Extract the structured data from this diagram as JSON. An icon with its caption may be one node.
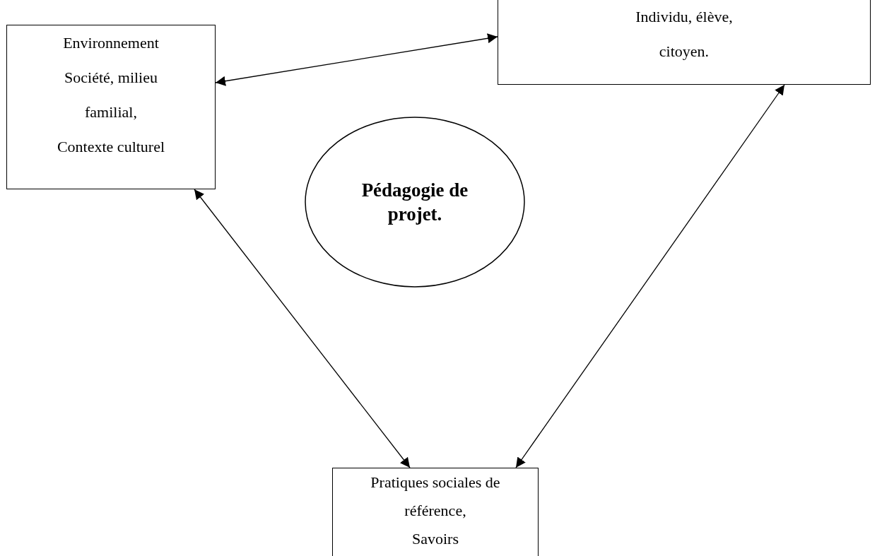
{
  "diagram": {
    "nodes": [
      {
        "text": [
          "Environnement",
          "Société, milieu familial,",
          "Contexte culturel"
        ]
      },
      {
        "text": [
          "Individu, élève, citoyen."
        ]
      },
      {
        "text": [
          "Pédagogie de projet."
        ]
      },
      {
        "text": [
          "Pratiques sociales de référence,",
          "Savoirs"
        ]
      }
    ],
    "edges": [
      {
        "from": 0,
        "to": 1,
        "arrow": "both"
      },
      {
        "from": 0,
        "to": 3,
        "arrow": "both"
      },
      {
        "from": 1,
        "to": 3,
        "arrow": "both"
      }
    ]
  }
}
